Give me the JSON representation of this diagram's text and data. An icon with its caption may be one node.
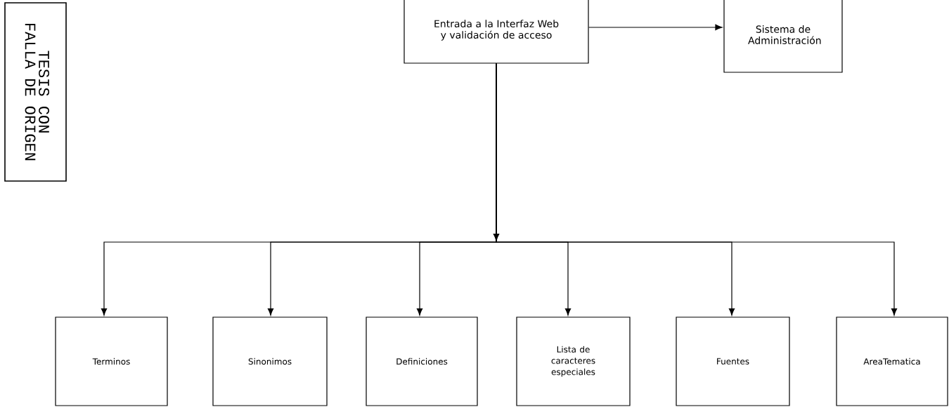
{
  "diagram": {
    "nodes": [
      {
        "text": [
          "TESIS CON",
          "FALLA DE ORIGEN"
        ]
      },
      {
        "text": [
          "Entrada a la Interfaz Web y validación de acceso"
        ]
      },
      {
        "text": [
          "Sistema de Administración"
        ]
      },
      {
        "text": [
          "Terminos"
        ]
      },
      {
        "text": [
          "Sinonimos"
        ]
      },
      {
        "text": [
          "Definiciones"
        ]
      },
      {
        "text": [
          "Lista de caracteres especiales"
        ]
      },
      {
        "text": [
          "Fuentes"
        ]
      },
      {
        "text": [
          "AreaTematica"
        ]
      }
    ],
    "edges": [
      {
        "from": 1,
        "to": 2,
        "arrow": "to"
      },
      {
        "from": 1,
        "to": 3,
        "arrow": "to"
      },
      {
        "from": 1,
        "to": 4,
        "arrow": "to"
      },
      {
        "from": 1,
        "to": 5,
        "arrow": "to"
      },
      {
        "from": 1,
        "to": 6,
        "arrow": "to"
      },
      {
        "from": 1,
        "to": 7,
        "arrow": "to"
      },
      {
        "from": 1,
        "to": 8,
        "arrow": "to"
      }
    ]
  }
}
